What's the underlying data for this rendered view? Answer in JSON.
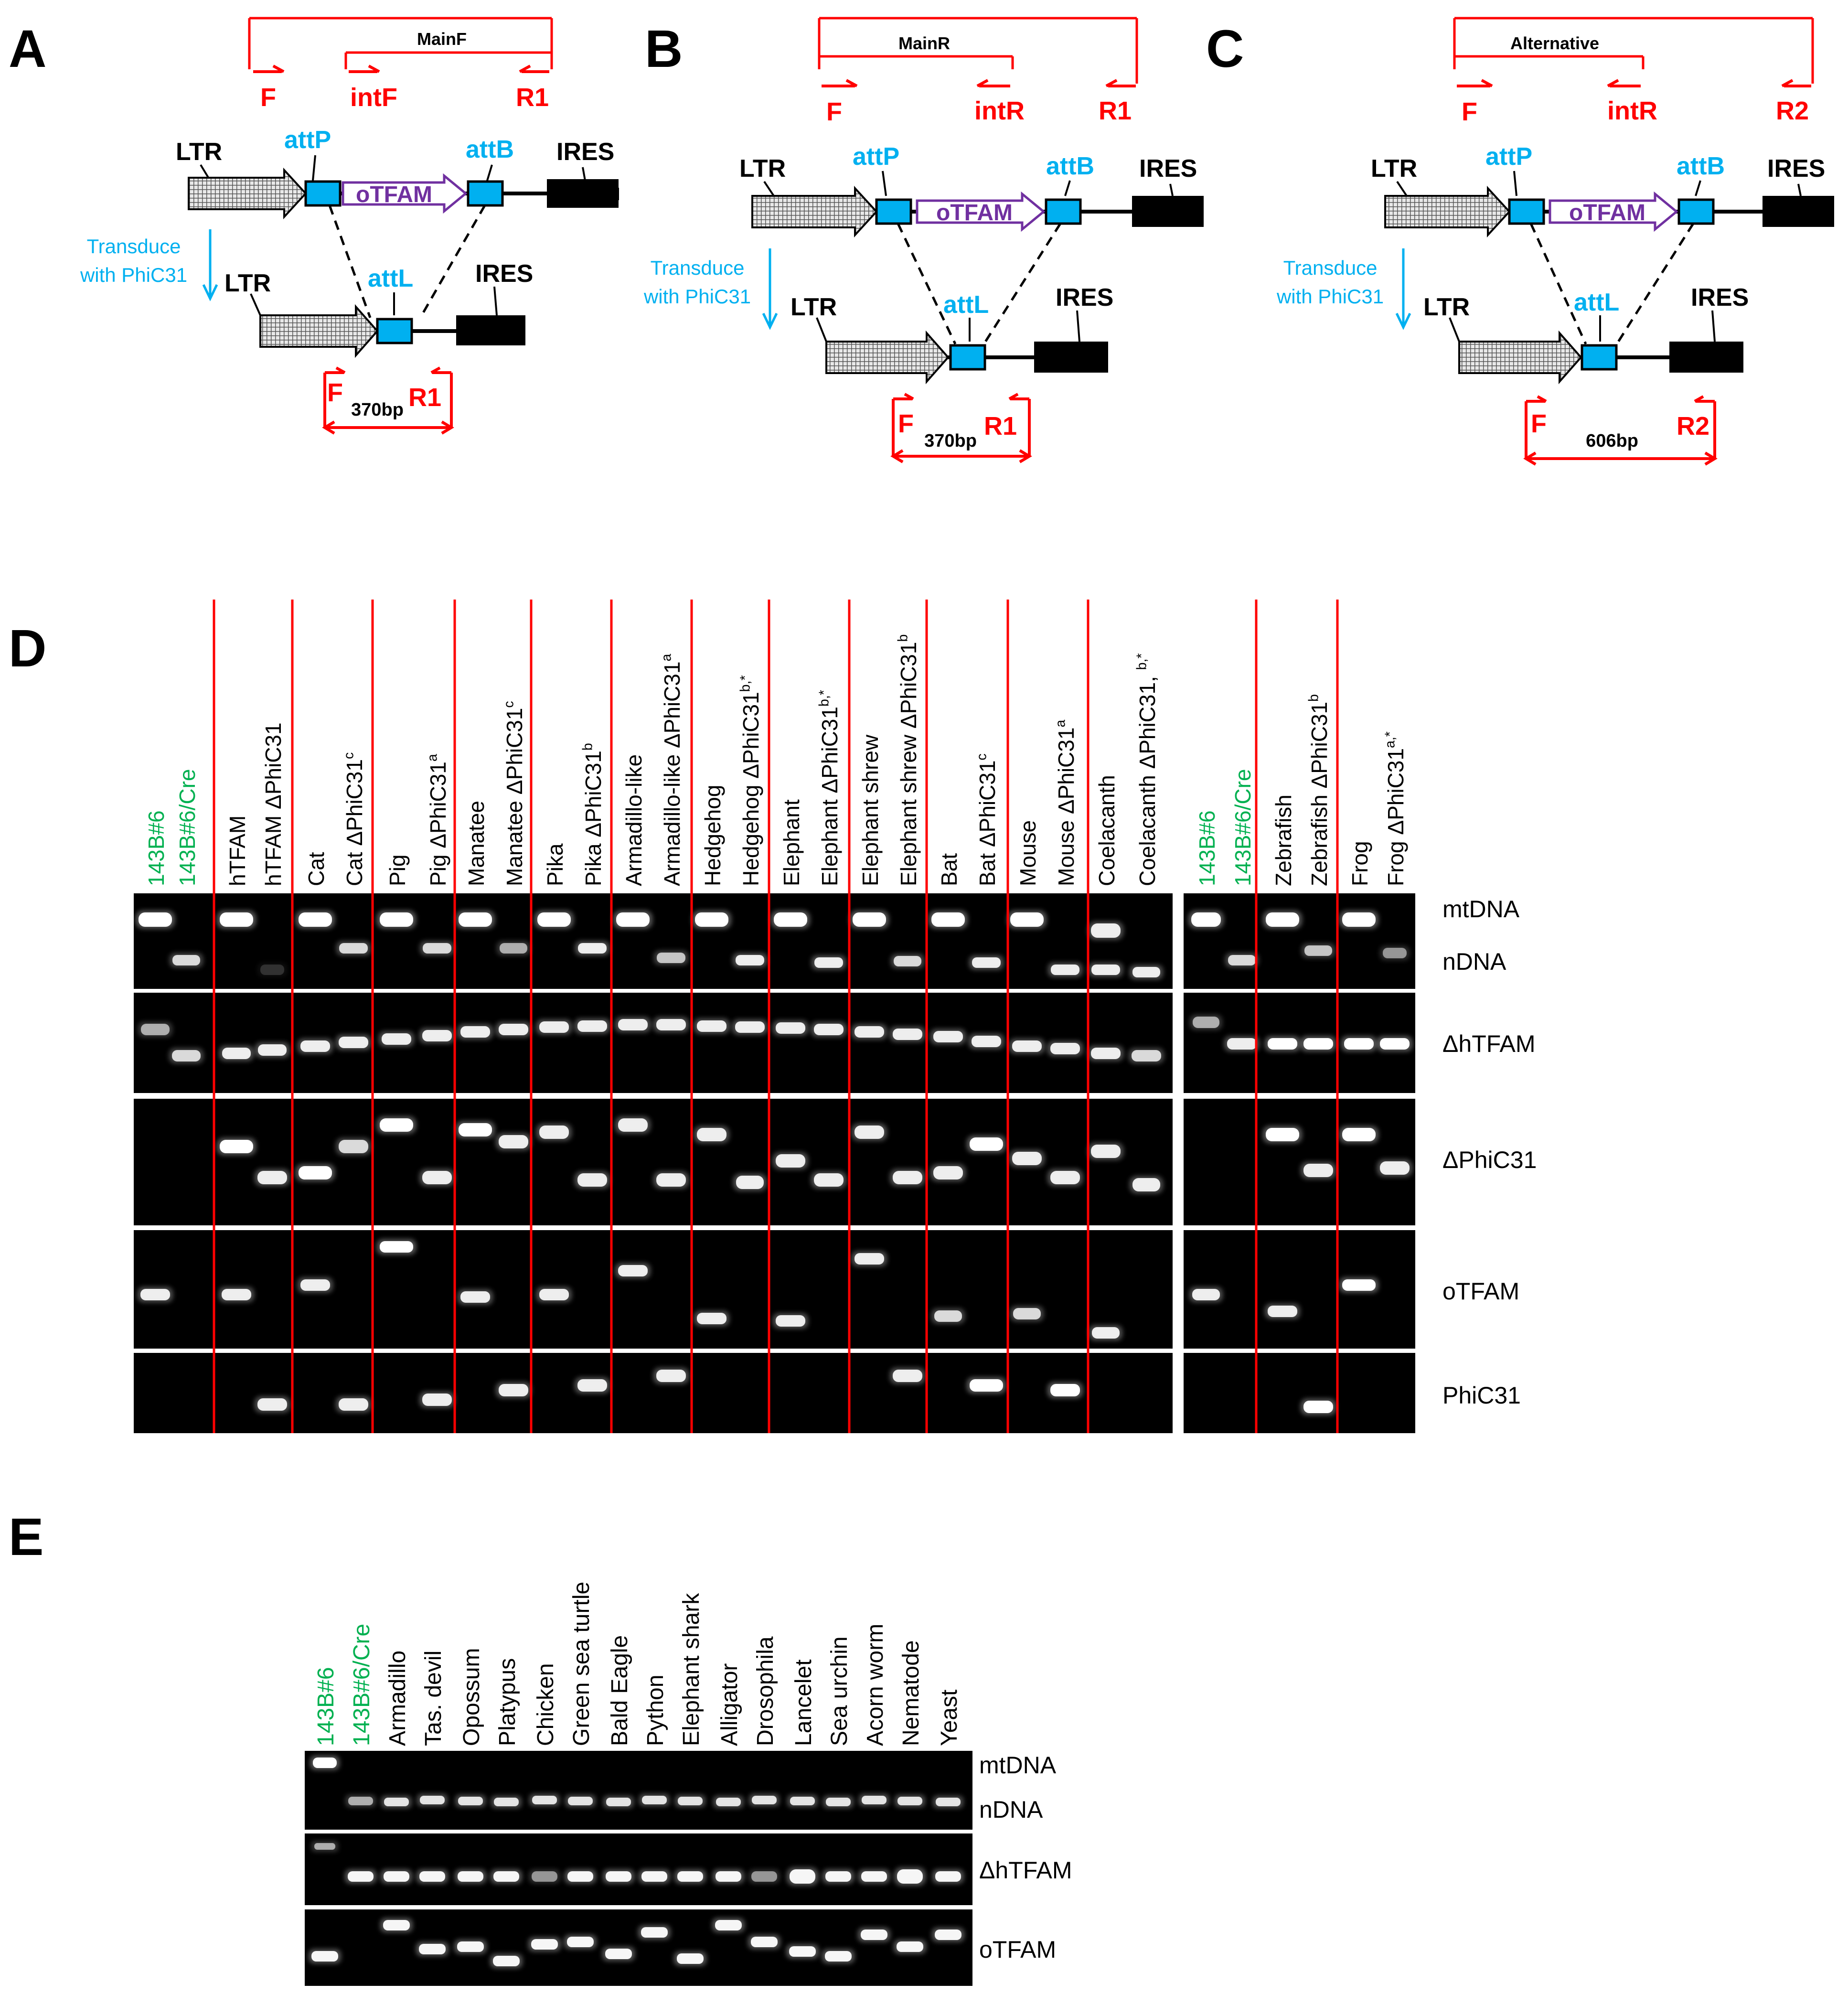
{
  "colors": {
    "primer": "#ff0000",
    "att": "#00b0f0",
    "attFill": "#00b0f0",
    "otfam": "#7030a0",
    "control": "#00b050",
    "divider": "#ff0000",
    "text": "#000000",
    "gel": "#000000"
  },
  "icons": [
    "hatched-ltr-arrow",
    "open-otfam-arrow",
    "att-site-box",
    "ires-box",
    "primer-half-arrow",
    "amplicon-bracket",
    "transduce-arrow"
  ],
  "panels": [
    {
      "letter": "A",
      "bracket_outer": "",
      "bracket_inner": "MainF",
      "primer_left": "F",
      "primer_mid": "intF",
      "primer_right": "R1",
      "ltr": "LTR",
      "attp": "attP",
      "otfam": "oTFAM",
      "attb": "attB",
      "ires": "IRES",
      "transduce": "Transduce",
      "with": "with PhiC31",
      "ltr2": "LTR",
      "attl": "attL",
      "ires2": "IRES",
      "amp_left": "F",
      "amp_size": "370bp",
      "amp_right": "R1"
    },
    {
      "letter": "B",
      "bracket_outer": "",
      "bracket_inner": "MainR",
      "primer_left": "F",
      "primer_mid": "intR",
      "primer_right": "R1",
      "ltr": "LTR",
      "attp": "attP",
      "otfam": "oTFAM",
      "attb": "attB",
      "ires": "IRES",
      "transduce": "Transduce",
      "with": "with PhiC31",
      "ltr2": "LTR",
      "attl": "attL",
      "ires2": "IRES",
      "amp_left": "F",
      "amp_size": "370bp",
      "amp_right": "R1"
    },
    {
      "letter": "C",
      "bracket_outer": "",
      "bracket_inner": "Alternative",
      "primer_left": "F",
      "primer_mid": "intR",
      "primer_right": "R2",
      "ltr": "LTR",
      "attp": "attP",
      "otfam": "oTFAM",
      "attb": "attB",
      "ires": "IRES",
      "transduce": "Transduce",
      "with": "with PhiC31",
      "ltr2": "LTR",
      "attl": "attL",
      "ires2": "IRES",
      "amp_left": "F",
      "amp_size": "606bp",
      "amp_right": "R2"
    }
  ],
  "gel_d": {
    "letter": "D",
    "lanes_left": [
      {
        "label": "143B#6",
        "control": true
      },
      {
        "label": "143B#6/Cre",
        "control": true
      },
      {
        "label": "hTFAM"
      },
      {
        "label": "hTFAM ΔPhiC31"
      },
      {
        "label": "Cat"
      },
      {
        "label": "Cat ΔPhiC31",
        "sup": "c"
      },
      {
        "label": "Pig"
      },
      {
        "label": "Pig ΔPhiC31",
        "sup": "a"
      },
      {
        "label": "Manatee"
      },
      {
        "label": "Manatee ΔPhiC31",
        "sup": "c"
      },
      {
        "label": "Pika"
      },
      {
        "label": "Pika ΔPhiC31",
        "sup": "b"
      },
      {
        "label": "Armadillo-like"
      },
      {
        "label": "Armadillo-like ΔPhiC31",
        "sup": "a"
      },
      {
        "label": "Hedgehog"
      },
      {
        "label": "Hedgehog ΔPhiC31",
        "sup": "b,*"
      },
      {
        "label": "Elephant"
      },
      {
        "label": "Elephant ΔPhiC31",
        "sup": "b,*"
      },
      {
        "label": "Elephant shrew"
      },
      {
        "label": "Elephant shrew ΔPhiC31",
        "sup": "b"
      },
      {
        "label": "Bat"
      },
      {
        "label": "Bat ΔPhiC31",
        "sup": "c"
      },
      {
        "label": "Mouse"
      },
      {
        "label": "Mouse ΔPhiC31",
        "sup": "a"
      },
      {
        "label": "Coelacanth"
      },
      {
        "label": "Coelacanth ΔPhiC31, ",
        "sup": "b,*"
      }
    ],
    "lanes_right": [
      {
        "label": "143B#6",
        "control": true
      },
      {
        "label": "143B#6/Cre",
        "control": true
      },
      {
        "label": "Zebrafish"
      },
      {
        "label": "Zebrafish ΔPhiC31",
        "sup": "b"
      },
      {
        "label": "Frog"
      },
      {
        "label": "Frog ΔPhiC31",
        "sup": "a,*"
      }
    ],
    "row_labels": [
      "mtDNA",
      "nDNA",
      "ΔhTFAM",
      "ΔPhiC31",
      "oTFAM",
      "PhiC31"
    ]
  },
  "gel_e": {
    "letter": "E",
    "lanes": [
      {
        "label": "143B#6",
        "control": true
      },
      {
        "label": "143B#6/Cre",
        "control": true
      },
      {
        "label": "Armadillo"
      },
      {
        "label": "Tas. devil"
      },
      {
        "label": "Opossum"
      },
      {
        "label": "Platypus"
      },
      {
        "label": "Chicken"
      },
      {
        "label": "Green sea turtle"
      },
      {
        "label": "Bald Eagle"
      },
      {
        "label": "Python"
      },
      {
        "label": "Elephant shark"
      },
      {
        "label": "Alligator"
      },
      {
        "label": "Drosophila"
      },
      {
        "label": "Lancelet"
      },
      {
        "label": "Sea urchin"
      },
      {
        "label": "Acorn worm"
      },
      {
        "label": "Nematode"
      },
      {
        "label": "Yeast"
      }
    ],
    "row_labels": [
      "mtDNA",
      "nDNA",
      "ΔhTFAM",
      "oTFAM"
    ]
  }
}
